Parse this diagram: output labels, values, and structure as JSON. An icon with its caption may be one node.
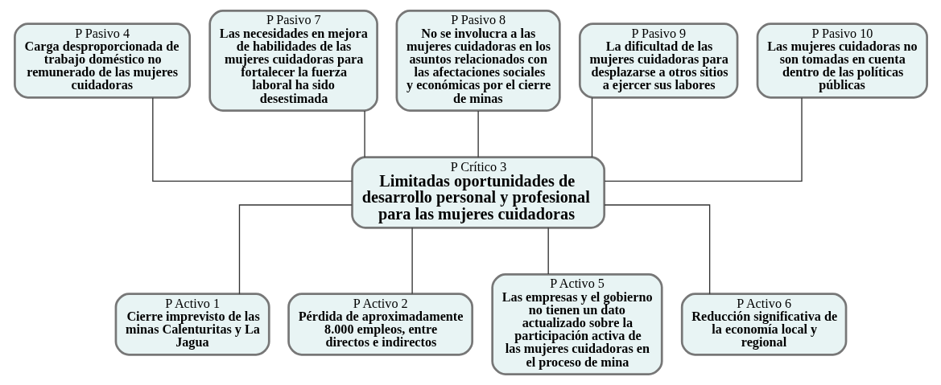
{
  "diagram": {
    "nodes": [
      {
        "text": [
          "P Pasivo 4",
          "Carga desproporcionada de trabajo doméstico no remunerado de las mujeres cuidadoras"
        ]
      },
      {
        "text": [
          "P Pasivo 7",
          "Las necesidades en mejora de habilidades de las mujeres cuidadoras para fortalecer la fuerza laboral ha sido desestimada"
        ]
      },
      {
        "text": [
          "P Pasivo 8",
          "No se involucra a las mujeres cuidadoras en los asuntos relacionados con las afectaciones sociales y económicas por el cierre de minas"
        ]
      },
      {
        "text": [
          "P Pasivo 9",
          "La dificultad de las mujeres cuidadoras para desplazarse a otros sitios a ejercer sus labores"
        ]
      },
      {
        "text": [
          "P Pasivo 10",
          "Las mujeres cuidadoras no son tomadas en cuenta dentro de las políticas públicas"
        ]
      },
      {
        "text": [
          "P Crítico 3",
          "Limitadas oportunidades de desarrollo personal y profesional para las mujeres cuidadoras"
        ]
      },
      {
        "text": [
          "P Activo 1",
          "Cierre imprevisto de las minas Calenturitas y La Jagua"
        ]
      },
      {
        "text": [
          "P Activo 2",
          "Pérdida de aproximadamente 8.000 empleos, entre directos e indirectos"
        ]
      },
      {
        "text": [
          "P Activo 5",
          "Las empresas y el gobierno no tienen un dato actualizado sobre la participación activa de las mujeres cuidadoras en el proceso de mina"
        ]
      },
      {
        "text": [
          "P Activo 6",
          "Reducción significativa de la economía local y regional"
        ]
      }
    ],
    "edges": [
      {
        "from": 0,
        "to": 5,
        "arrow": "none"
      },
      {
        "from": 1,
        "to": 5,
        "arrow": "none"
      },
      {
        "from": 2,
        "to": 5,
        "arrow": "none"
      },
      {
        "from": 3,
        "to": 5,
        "arrow": "none"
      },
      {
        "from": 4,
        "to": 5,
        "arrow": "none"
      },
      {
        "from": 5,
        "to": 6,
        "arrow": "none"
      },
      {
        "from": 5,
        "to": 7,
        "arrow": "none"
      },
      {
        "from": 5,
        "to": 8,
        "arrow": "none"
      },
      {
        "from": 5,
        "to": 9,
        "arrow": "none"
      }
    ]
  }
}
